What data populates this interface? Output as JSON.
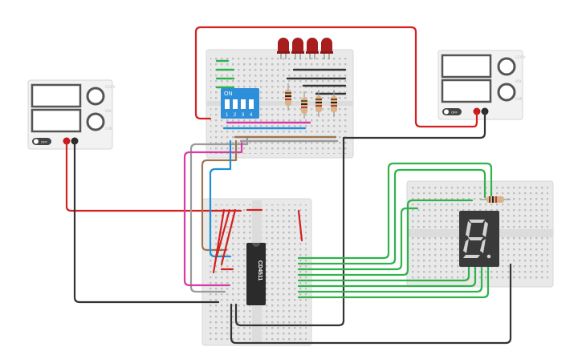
{
  "circuit": {
    "ic_label": "CD4511",
    "dip_switch": {
      "label": "ON",
      "numbers": [
        "1",
        "2",
        "3",
        "4"
      ]
    },
    "power_supply_left": {
      "switch_label": "OFF",
      "knob_labels": [
        "CC/CV",
        "VOL",
        "CUR"
      ]
    },
    "power_supply_right": {
      "switch_label": "OFF",
      "knob_labels": [
        "CC/CV",
        "VOL",
        "CUR"
      ]
    },
    "seven_segment": {
      "digit": "8",
      "decimal_point": true
    },
    "led_count": 4,
    "resistor_count": 5
  },
  "colors": {
    "breadboard": "#e9e9e9",
    "wire_red": "#d42020",
    "wire_black": "#333333",
    "wire_green": "#2fb34a",
    "wire_blue": "#1e90d6",
    "wire_magenta": "#d63aa8",
    "wire_brown": "#9b7653",
    "wire_gray": "#9a9a9a",
    "dip_blue": "#2d8fd9",
    "led_red": "#a81e1e"
  }
}
